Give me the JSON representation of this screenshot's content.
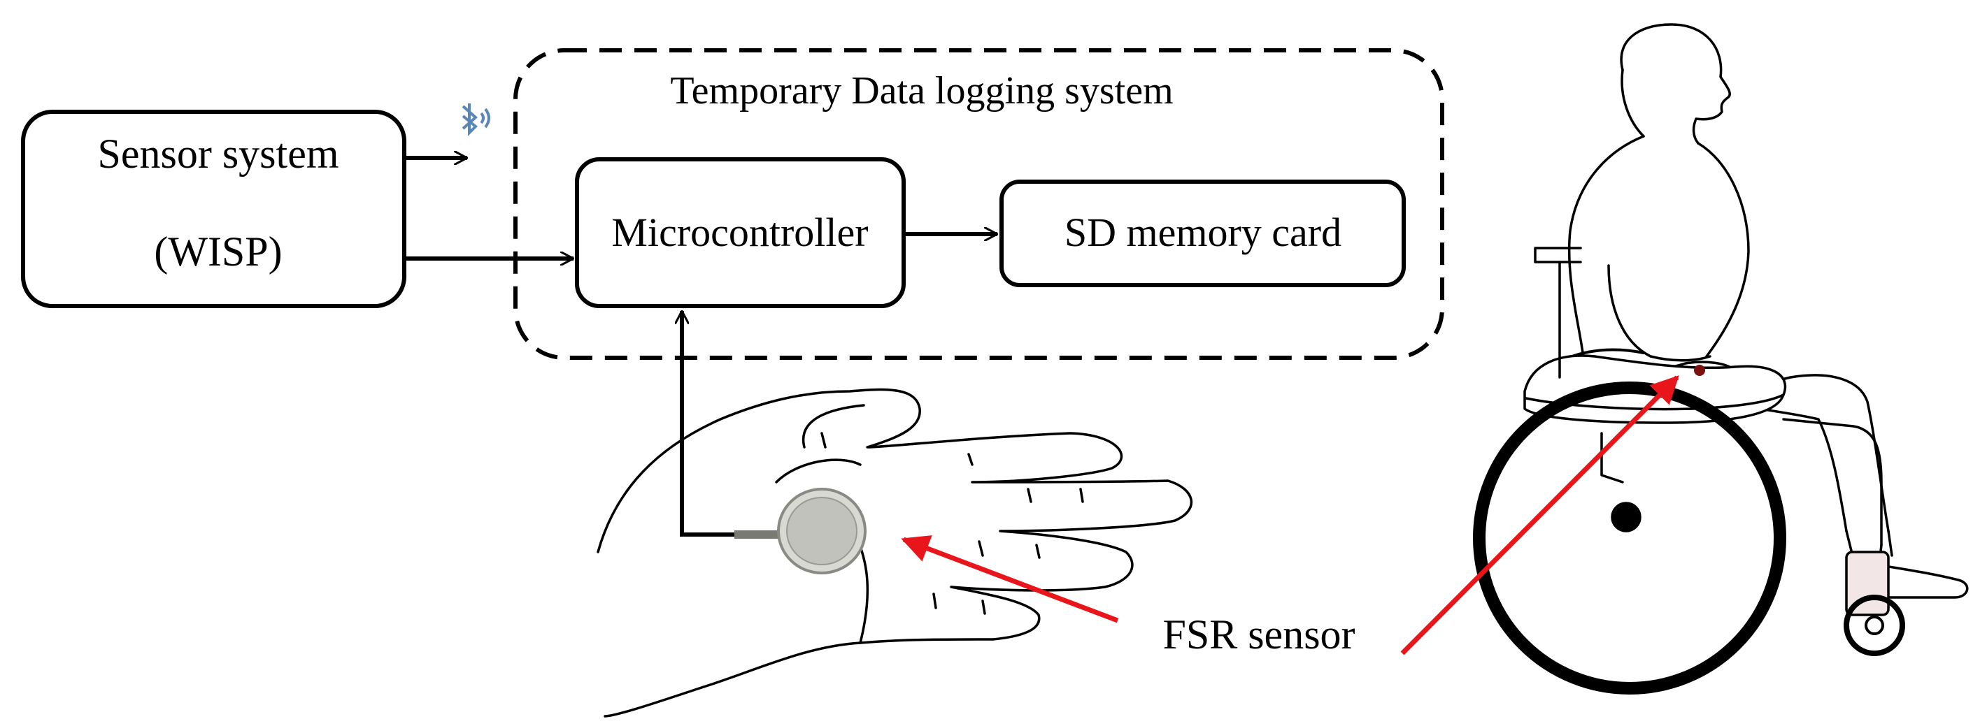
{
  "diagram": {
    "group_title": "Temporary Data logging system",
    "nodes": {
      "sensor_line1": "Sensor system",
      "sensor_line2": "(WISP)",
      "microcontroller": "Microcontroller",
      "sd_card": "SD memory card"
    },
    "annotation": "FSR sensor",
    "icons": {
      "wireless": "bluetooth-icon"
    },
    "colors": {
      "line": "#000000",
      "pointer": "#e8161b",
      "bluetooth": "#5a86b8",
      "sensor_disc": "#c9c9c4"
    }
  }
}
